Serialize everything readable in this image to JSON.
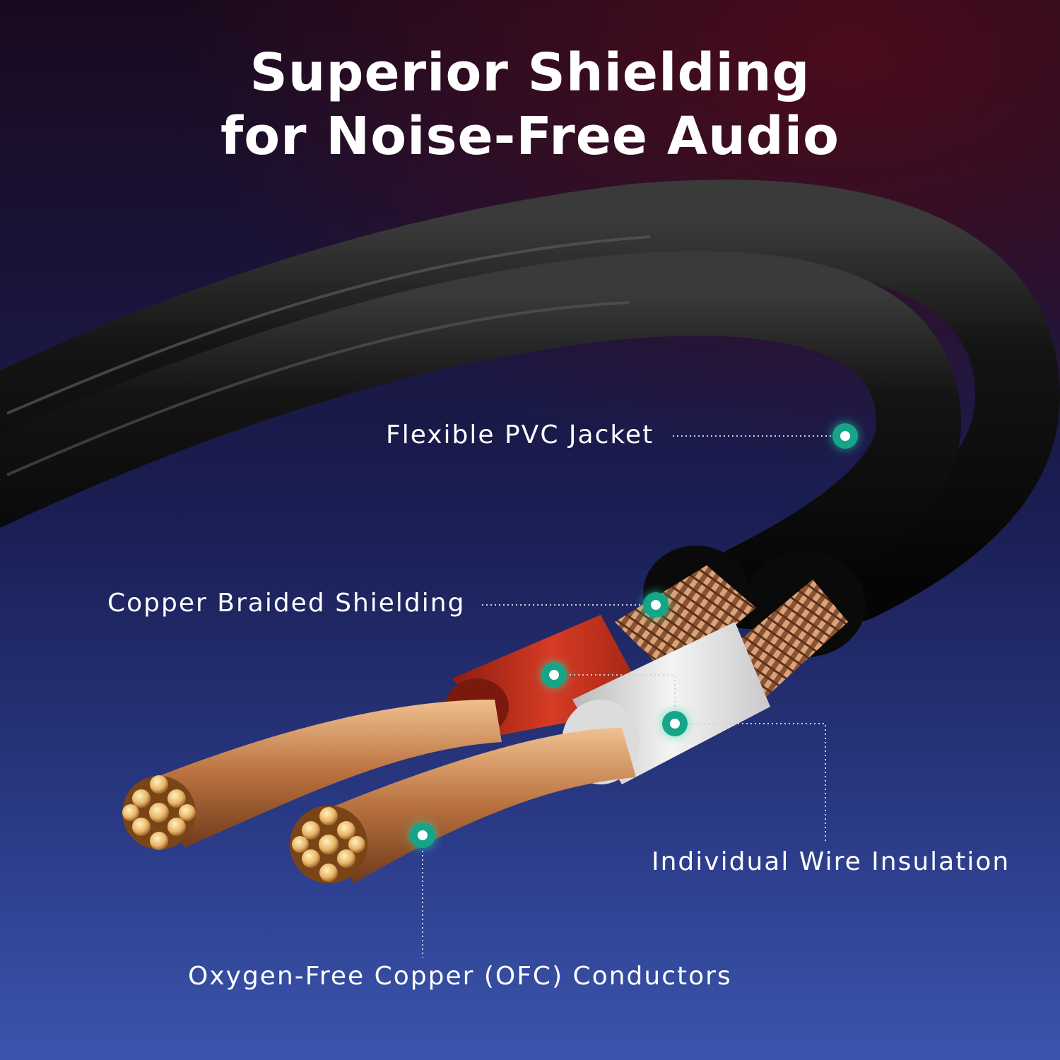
{
  "headline": {
    "line1": "Superior Shielding",
    "line2": "for Noise-Free Audio"
  },
  "callouts": {
    "jacket": "Flexible PVC Jacket",
    "shielding": "Copper Braided Shielding",
    "insulation": "Individual Wire Insulation",
    "conductors": "Oxygen-Free Copper (OFC) Conductors"
  },
  "colors": {
    "accent_dot": "#17a58a",
    "cable_jacket": "#111111",
    "red_insulation": "#c8301c",
    "white_insulation": "#e6e6e6",
    "copper": "#c98a5a"
  }
}
